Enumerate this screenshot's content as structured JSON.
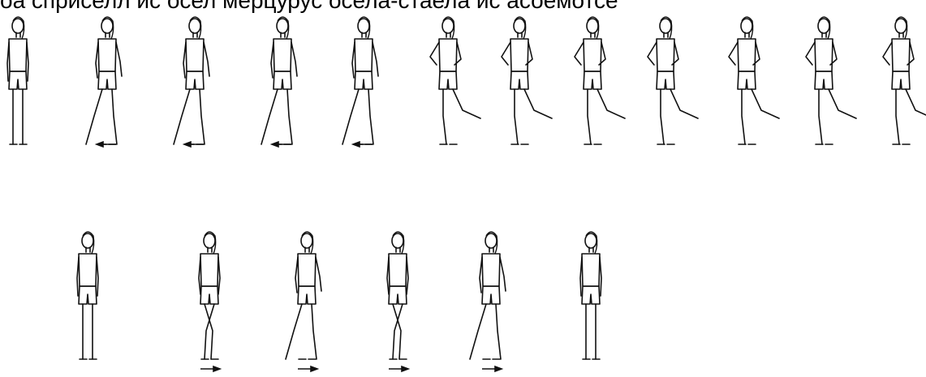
{
  "caption": {
    "text": "оа сприселл ис осел мерцурус осела-стаела ис асоемотсе"
  },
  "illustration": {
    "rows": [
      {
        "figures": [
          {
            "pose": "stand",
            "arrow": "none"
          },
          {
            "pose": "walk",
            "arrow": "left"
          },
          {
            "pose": "walk",
            "arrow": "left"
          },
          {
            "pose": "walk",
            "arrow": "left"
          },
          {
            "pose": "walk",
            "arrow": "left"
          },
          {
            "pose": "run",
            "arrow": "none"
          },
          {
            "pose": "run",
            "arrow": "none"
          },
          {
            "pose": "run",
            "arrow": "none"
          },
          {
            "pose": "run",
            "arrow": "none"
          },
          {
            "pose": "run",
            "arrow": "none"
          },
          {
            "pose": "run",
            "arrow": "none"
          },
          {
            "pose": "run",
            "arrow": "none"
          }
        ]
      },
      {
        "figures": [
          {
            "pose": "stand",
            "arrow": "none"
          },
          {
            "pose": "cross",
            "arrow": "right"
          },
          {
            "pose": "walk",
            "arrow": "right"
          },
          {
            "pose": "cross",
            "arrow": "right"
          },
          {
            "pose": "walk",
            "arrow": "right"
          },
          {
            "pose": "stand",
            "arrow": "none"
          }
        ]
      }
    ]
  }
}
